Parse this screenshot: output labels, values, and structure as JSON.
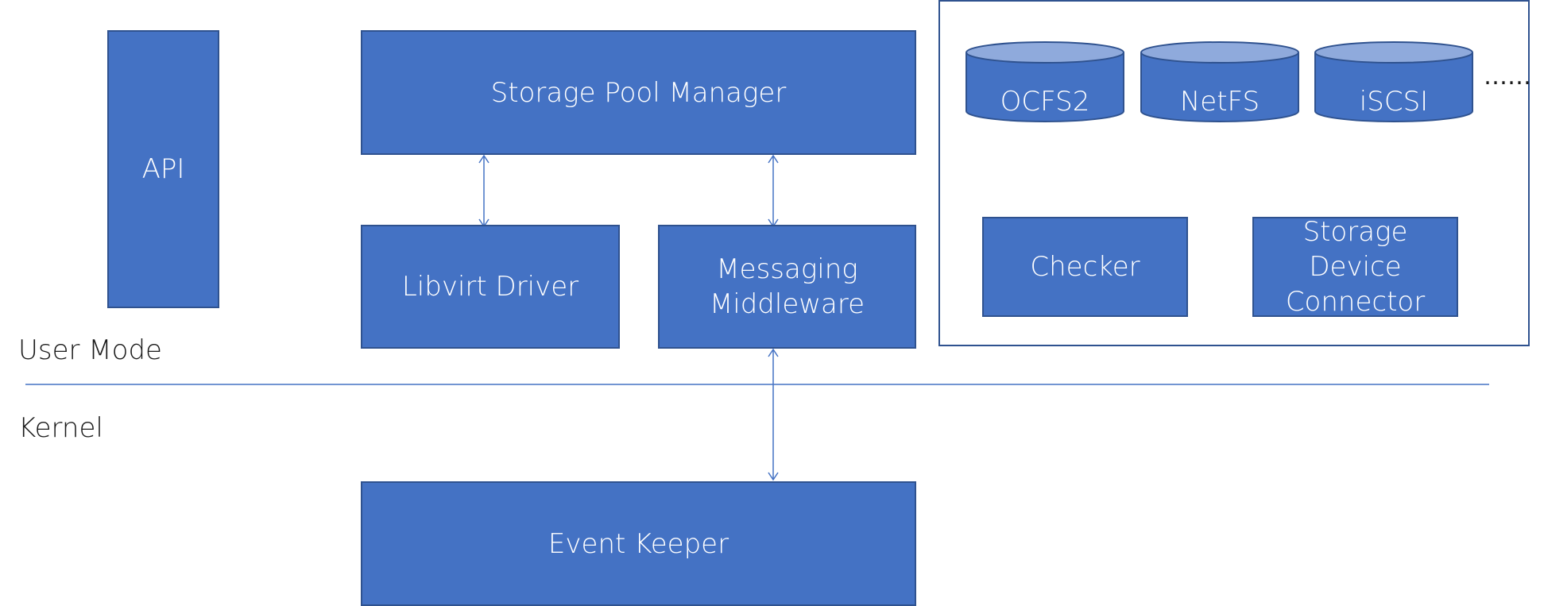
{
  "boxes": {
    "api": "API",
    "storage_pool_manager": "Storage Pool Manager",
    "libvirt_driver": "Libvirt Driver",
    "messaging_middleware": [
      "Messaging",
      "Middleware"
    ],
    "event_keeper": "Event Keeper",
    "checker": "Checker",
    "storage_device_connector": [
      "Storage",
      "Device",
      "Connector"
    ]
  },
  "storage_backends": [
    "OCFS2",
    "NetFS",
    "iSCSI"
  ],
  "more_indicator": "……",
  "layers": {
    "user_mode": "User Mode",
    "kernel": "Kernel"
  },
  "colors": {
    "box_fill": "#4472c4",
    "box_border": "#2f528f",
    "cylinder_top": "#8faadc",
    "connector": "#4472c4"
  }
}
